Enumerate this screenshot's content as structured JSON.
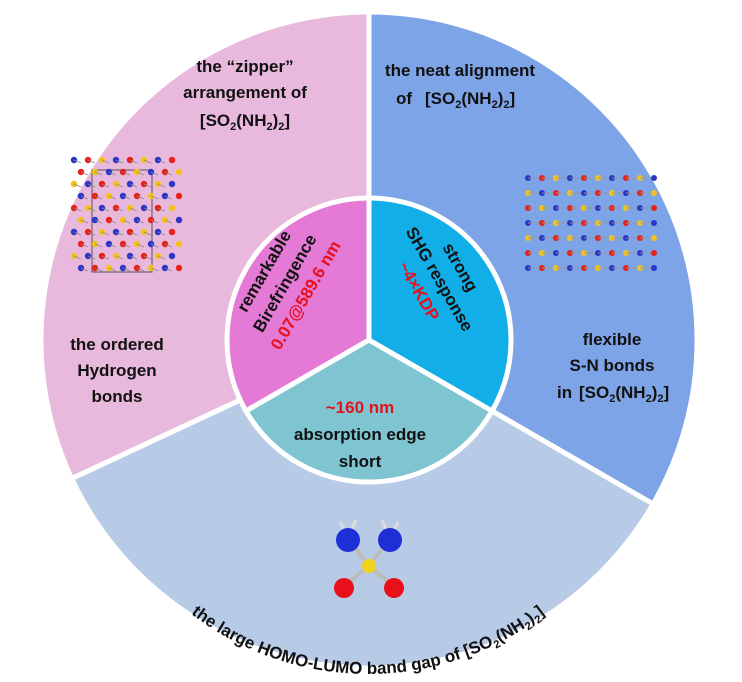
{
  "colors": {
    "outer_top_left": "#e8b9dc",
    "outer_top_right": "#7ea4e8",
    "outer_bottom": "#b8cbe6",
    "inner_left": "#e47ad6",
    "inner_right": "#12aee8",
    "inner_bottom": "#7fc4d1",
    "highlight": "#e8101a"
  },
  "outer": {
    "top_left": {
      "title_lines": [
        "the “zipper”",
        "arrangement of"
      ],
      "formula": "[SO2(NH2)2]",
      "lower_lines": [
        "the ordered",
        "Hydrogen",
        "bonds"
      ]
    },
    "top_right": {
      "title_lines": [
        "the neat alignment",
        "of"
      ],
      "formula": "[SO2(NH2)2]",
      "lower_lines": [
        "flexible",
        "S-N bonds",
        "in"
      ],
      "lower_formula": "[SO2(NH2)2]"
    },
    "bottom": {
      "caption": "the large HOMO-LUMO band gap of",
      "formula": "[SO2(NH2)2]"
    }
  },
  "inner": {
    "left": {
      "lines": [
        "remarkable",
        "Birefringence"
      ],
      "value": "0.07@589.6 nm"
    },
    "right": {
      "lines": [
        "strong",
        "SHG response"
      ],
      "value": "~4×KDP"
    },
    "bottom": {
      "value": "~160 nm",
      "lines": [
        "absorption edge",
        "short"
      ]
    }
  }
}
